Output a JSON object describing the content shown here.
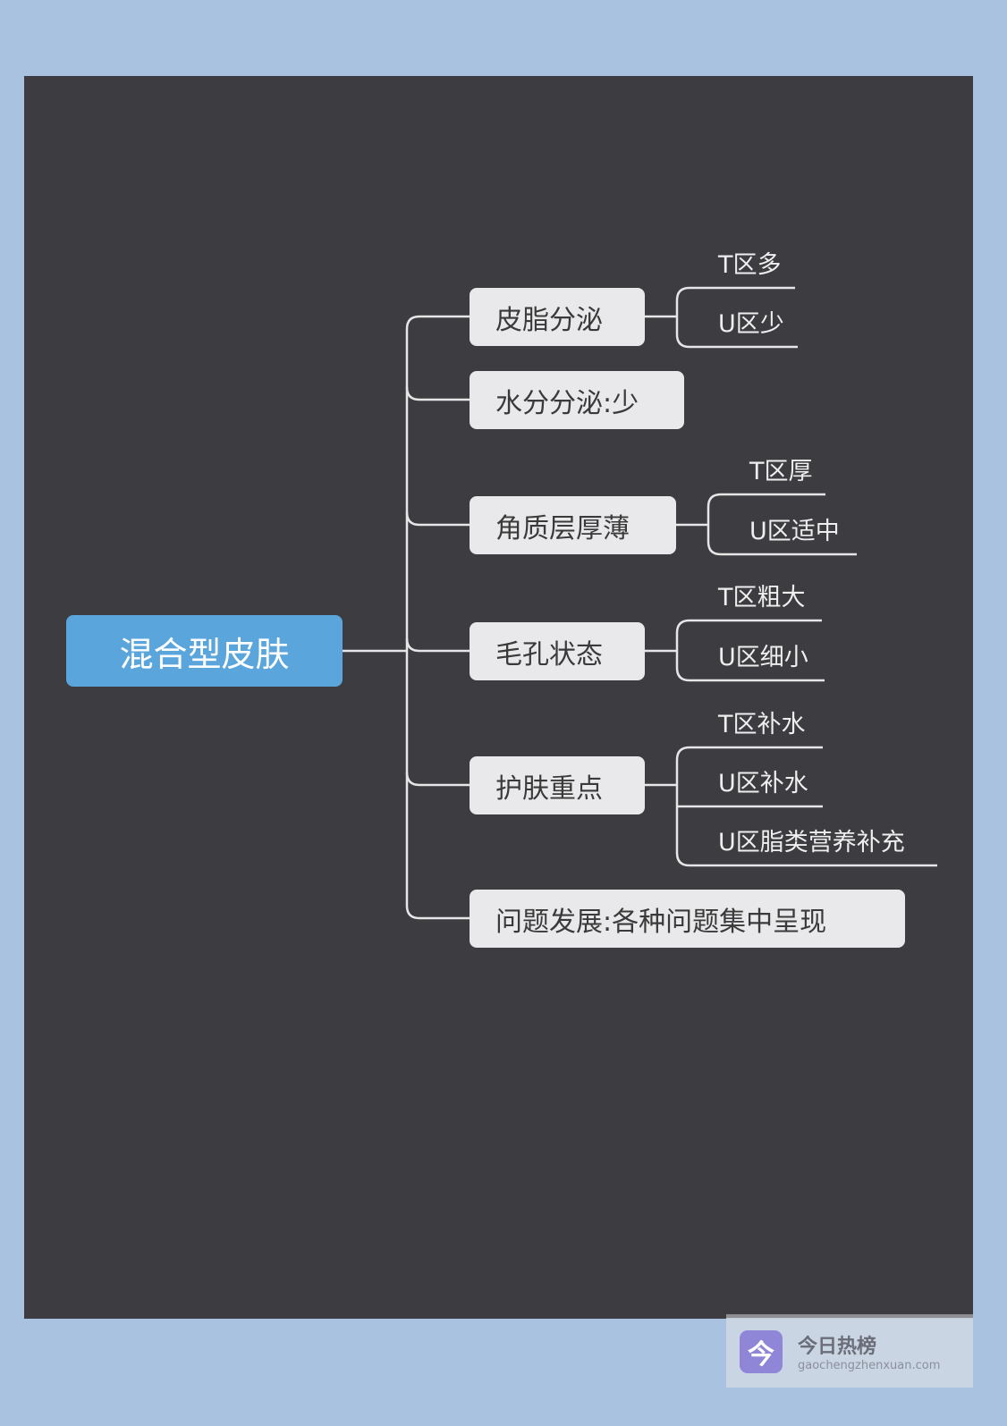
{
  "root": "混合型皮肤",
  "branches": [
    {
      "label": "皮脂分泌",
      "leaves": [
        "T区多",
        "U区少"
      ]
    },
    {
      "label": "水分分泌:少",
      "leaves": []
    },
    {
      "label": "角质层厚薄",
      "leaves": [
        "T区厚",
        "U区适中"
      ]
    },
    {
      "label": "毛孔状态",
      "leaves": [
        "T区粗大",
        "U区细小"
      ]
    },
    {
      "label": "护肤重点",
      "leaves": [
        "T区补水",
        "U区补水",
        "U区脂类营养补充"
      ]
    },
    {
      "label": "问题发展:各种问题集中呈现",
      "leaves": []
    }
  ],
  "watermark": {
    "logo": "今",
    "name": "今日热榜",
    "url": "gaochengzhenxuan.com"
  },
  "colors": {
    "root": "#5aa6dc",
    "panel": "#3d3c41",
    "node": "#e9e9eb"
  }
}
